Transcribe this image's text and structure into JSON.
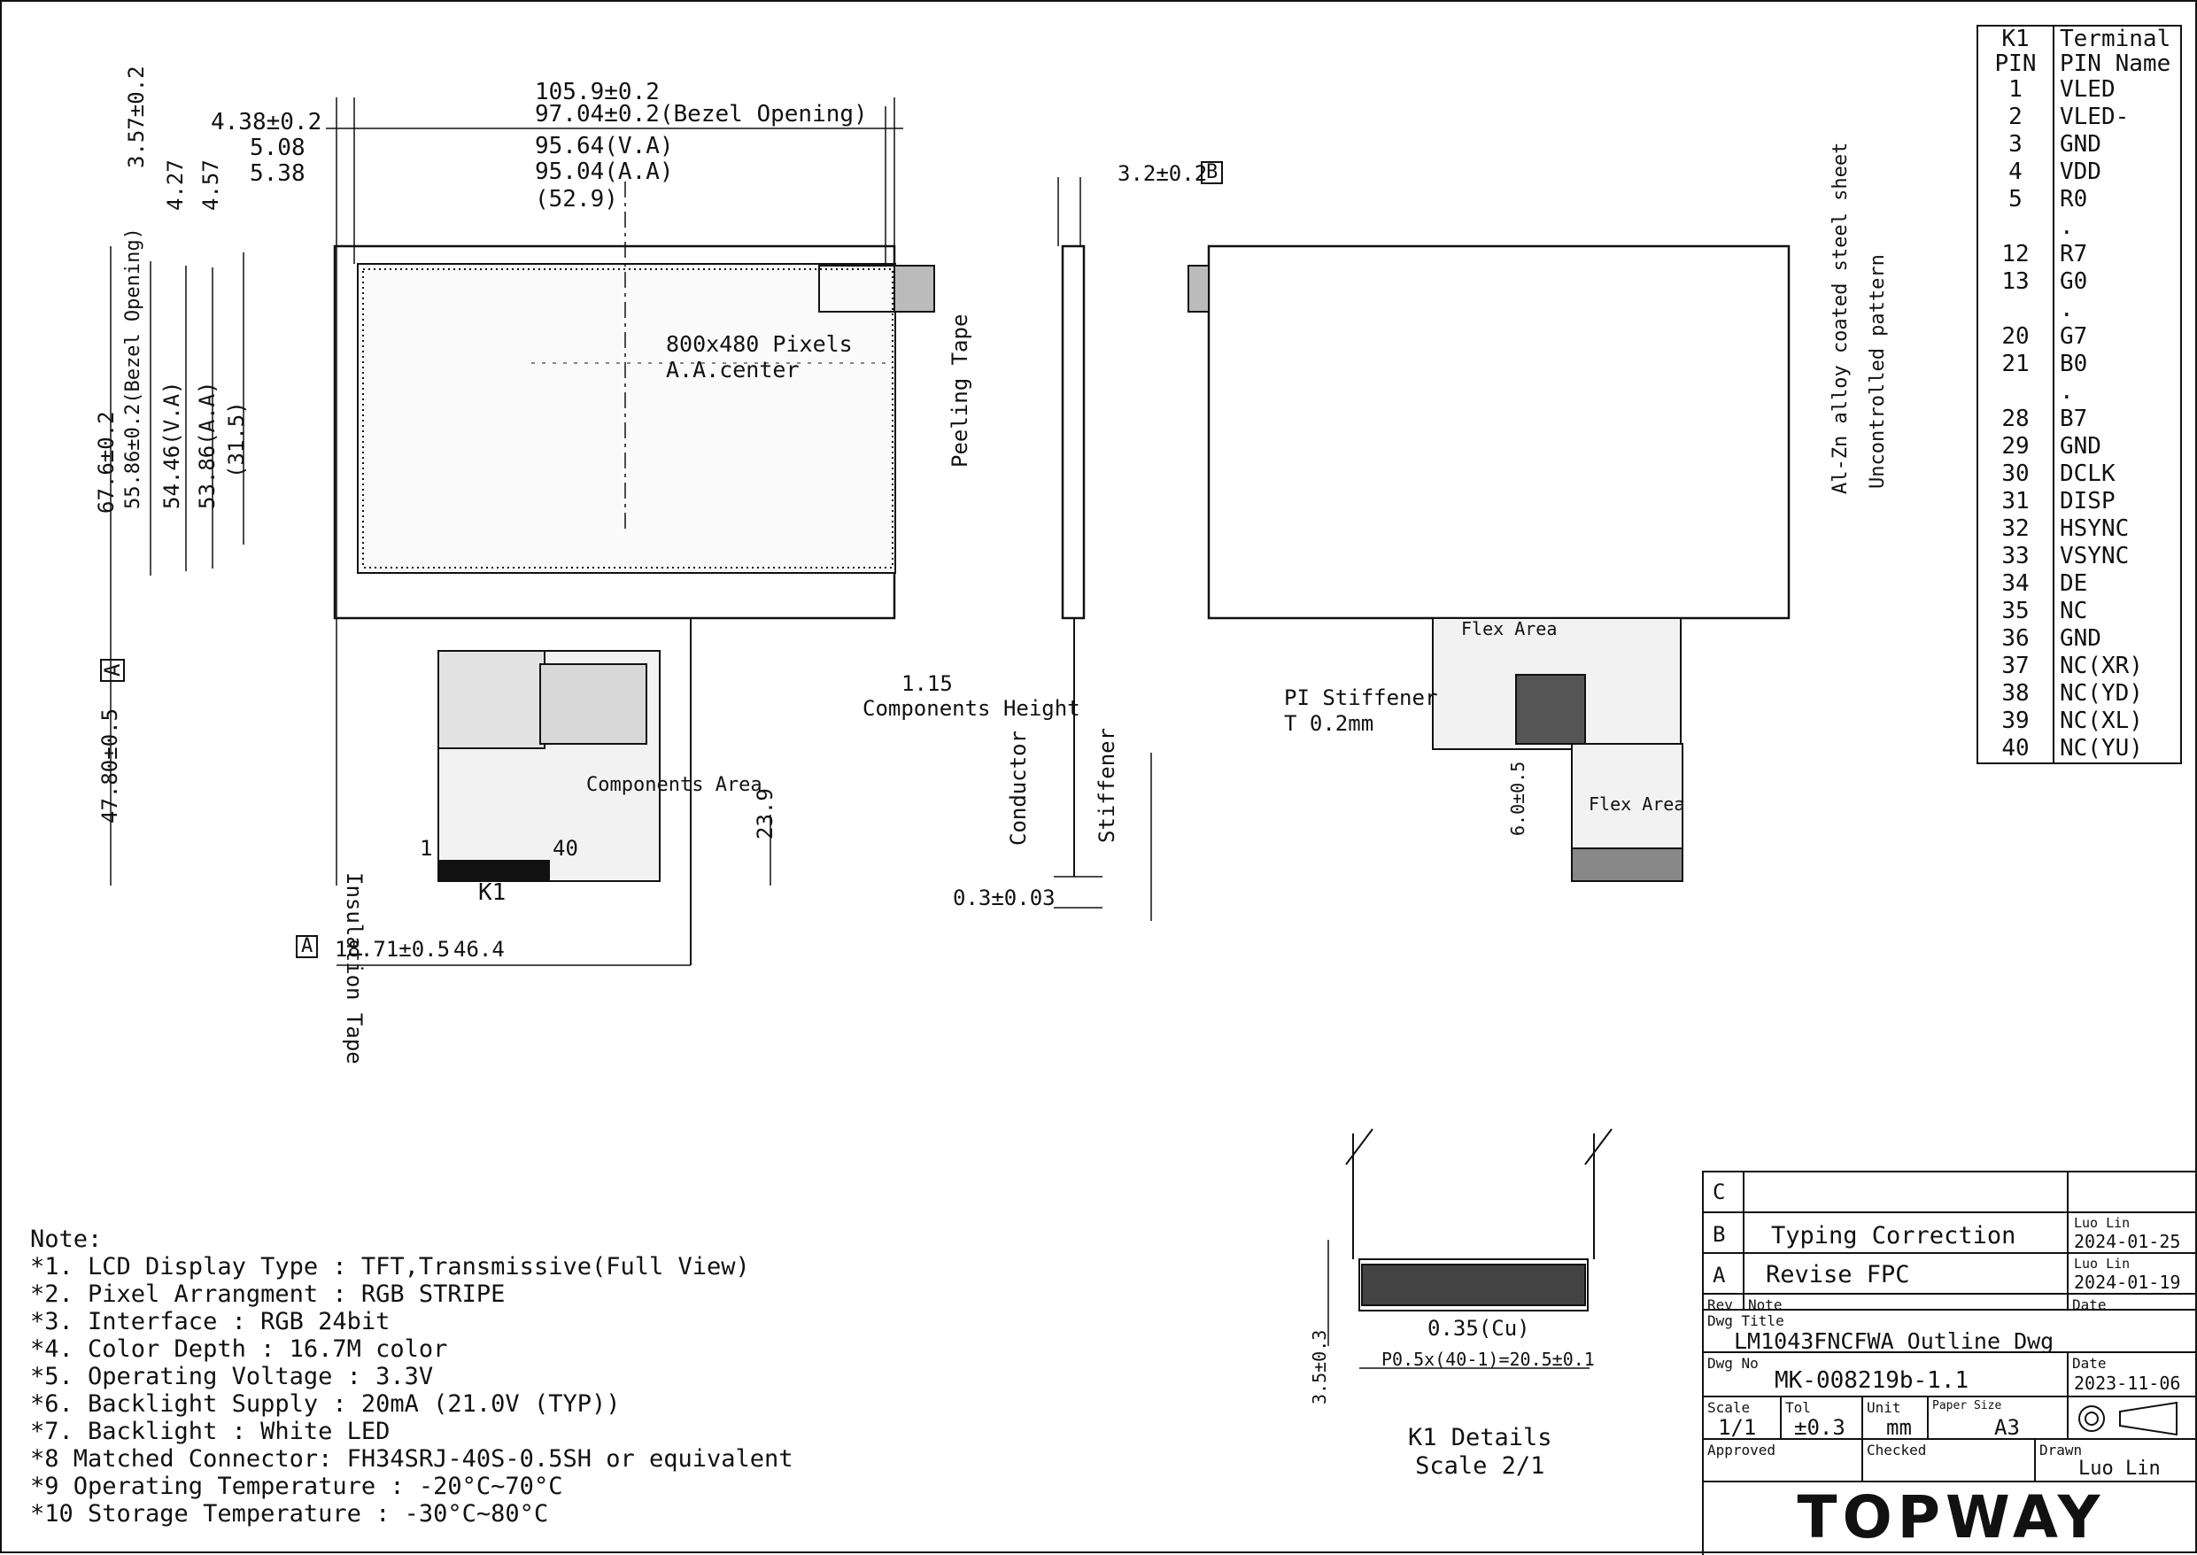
{
  "drawing": {
    "front_dims": {
      "outline_w": "105.9±0.2",
      "bezel_w": "97.04±0.2(Bezel Opening)",
      "va_w": "95.64(V.A)",
      "aa_w": "95.04(A.A)",
      "center_w": "(52.9)",
      "left_off_1": "4.38±0.2",
      "left_off_2": "5.08",
      "left_off_3": "5.38",
      "v_357": "3.57±0.2",
      "v_427": "4.27",
      "v_457": "4.57",
      "outline_h": "67.6±0.2",
      "bezel_h": "55.86±0.2(Bezel Opening)",
      "va_h": "54.46(V.A)",
      "aa_h": "53.86(A.A)",
      "center_h": "(31.5)",
      "fpc_len": "47.80±0.5",
      "pixels": "800x480 Pixels",
      "aa_center": "A.A.center",
      "peeling_tape": "Peeling Tape",
      "insulation_tape": "Insulation Tape",
      "components_area": "Components Area",
      "k1": "K1",
      "pin1": "1",
      "pin40": "40",
      "h_239": "23.9",
      "w_1871": "18.71±0.5",
      "w_464": "46.4",
      "rev_mark_a": "A",
      "rev_mark_b": "B"
    },
    "side_dims": {
      "thickness": "3.2±0.2",
      "comp_height_val": "1.15",
      "comp_height_lbl": "Components Height",
      "conductor": "Conductor",
      "stiffener": "Stiffener",
      "fpc_thk": "0.3±0.03"
    },
    "back_dims": {
      "steel": "Al-Zn alloy coated steel sheet",
      "pattern": "Uncontrolled pattern",
      "flex_area": "Flex Area",
      "flex_area2": "Flex Area",
      "pi_stiffener": "PI Stiffener",
      "pi_thk": "T 0.2mm",
      "dim_60": "6.0±0.5"
    },
    "k1_detail": {
      "pitch": "0.35(Cu)",
      "pitch_total": "P0.5x(40-1)=20.5±0.1",
      "height": "3.5±0.3",
      "title": "K1 Details",
      "scale": "Scale 2/1"
    }
  },
  "pin_table": {
    "hdr1_left": "K1",
    "hdr1_right": "Terminal",
    "hdr2_left": "PIN",
    "hdr2_right": "PIN Name",
    "rows": [
      {
        "pin": "1",
        "name": "VLED"
      },
      {
        "pin": "2",
        "name": "VLED-"
      },
      {
        "pin": "3",
        "name": "GND"
      },
      {
        "pin": "4",
        "name": "VDD"
      },
      {
        "pin": "5",
        "name": "R0"
      },
      {
        "pin": "",
        "name": "."
      },
      {
        "pin": "12",
        "name": "R7"
      },
      {
        "pin": "13",
        "name": "G0"
      },
      {
        "pin": "",
        "name": "."
      },
      {
        "pin": "20",
        "name": "G7"
      },
      {
        "pin": "21",
        "name": "B0"
      },
      {
        "pin": "",
        "name": "."
      },
      {
        "pin": "28",
        "name": "B7"
      },
      {
        "pin": "29",
        "name": "GND"
      },
      {
        "pin": "30",
        "name": "DCLK"
      },
      {
        "pin": "31",
        "name": "DISP"
      },
      {
        "pin": "32",
        "name": "HSYNC"
      },
      {
        "pin": "33",
        "name": "VSYNC"
      },
      {
        "pin": "34",
        "name": "DE"
      },
      {
        "pin": "35",
        "name": "NC"
      },
      {
        "pin": "36",
        "name": "GND"
      },
      {
        "pin": "37",
        "name": "NC(XR)"
      },
      {
        "pin": "38",
        "name": "NC(YD)"
      },
      {
        "pin": "39",
        "name": "NC(XL)"
      },
      {
        "pin": "40",
        "name": "NC(YU)"
      }
    ]
  },
  "notes": {
    "heading": "Note:",
    "items": [
      "*1. LCD Display Type : TFT,Transmissive(Full View)",
      "*2. Pixel Arrangment : RGB STRIPE",
      "*3. Interface : RGB 24bit",
      "*4. Color Depth : 16.7M color",
      "*5. Operating Voltage : 3.3V",
      "*6. Backlight Supply : 20mA (21.0V (TYP))",
      "*7. Backlight : White LED",
      "*8 Matched Connector: FH34SRJ-40S-0.5SH or equivalent",
      "*9 Operating Temperature : -20°C~70°C",
      "*10 Storage Temperature : -30°C~80°C"
    ]
  },
  "title_block": {
    "rev_c": "C",
    "rev_b": "B",
    "rev_b_note": "Typing Correction",
    "rev_b_by": "Luo Lin",
    "rev_b_date": "2024-01-25",
    "rev_a": "A",
    "rev_a_note": "Revise FPC",
    "rev_a_by": "Luo Lin",
    "rev_a_date": "2024-01-19",
    "hdr_rev": "Rev",
    "hdr_note": "Note",
    "hdr_date": "Date",
    "lbl_title": "Dwg Title",
    "dwg_title": "LM1043FNCFWA Outline Dwg",
    "lbl_no": "Dwg No",
    "dwg_no": "MK-008219b-1.1",
    "lbl_date": "Date",
    "dwg_date": "2023-11-06",
    "lbl_scale": "Scale",
    "scale": "1/1",
    "lbl_tol": "Tol",
    "tol": "±0.3",
    "lbl_unit": "Unit",
    "unit": "mm",
    "lbl_paper": "Paper Size",
    "paper": "A3",
    "lbl_approved": "Approved",
    "lbl_checked": "Checked",
    "lbl_drawn": "Drawn",
    "drawn": "Luo Lin",
    "logo": "TOPWAY"
  }
}
